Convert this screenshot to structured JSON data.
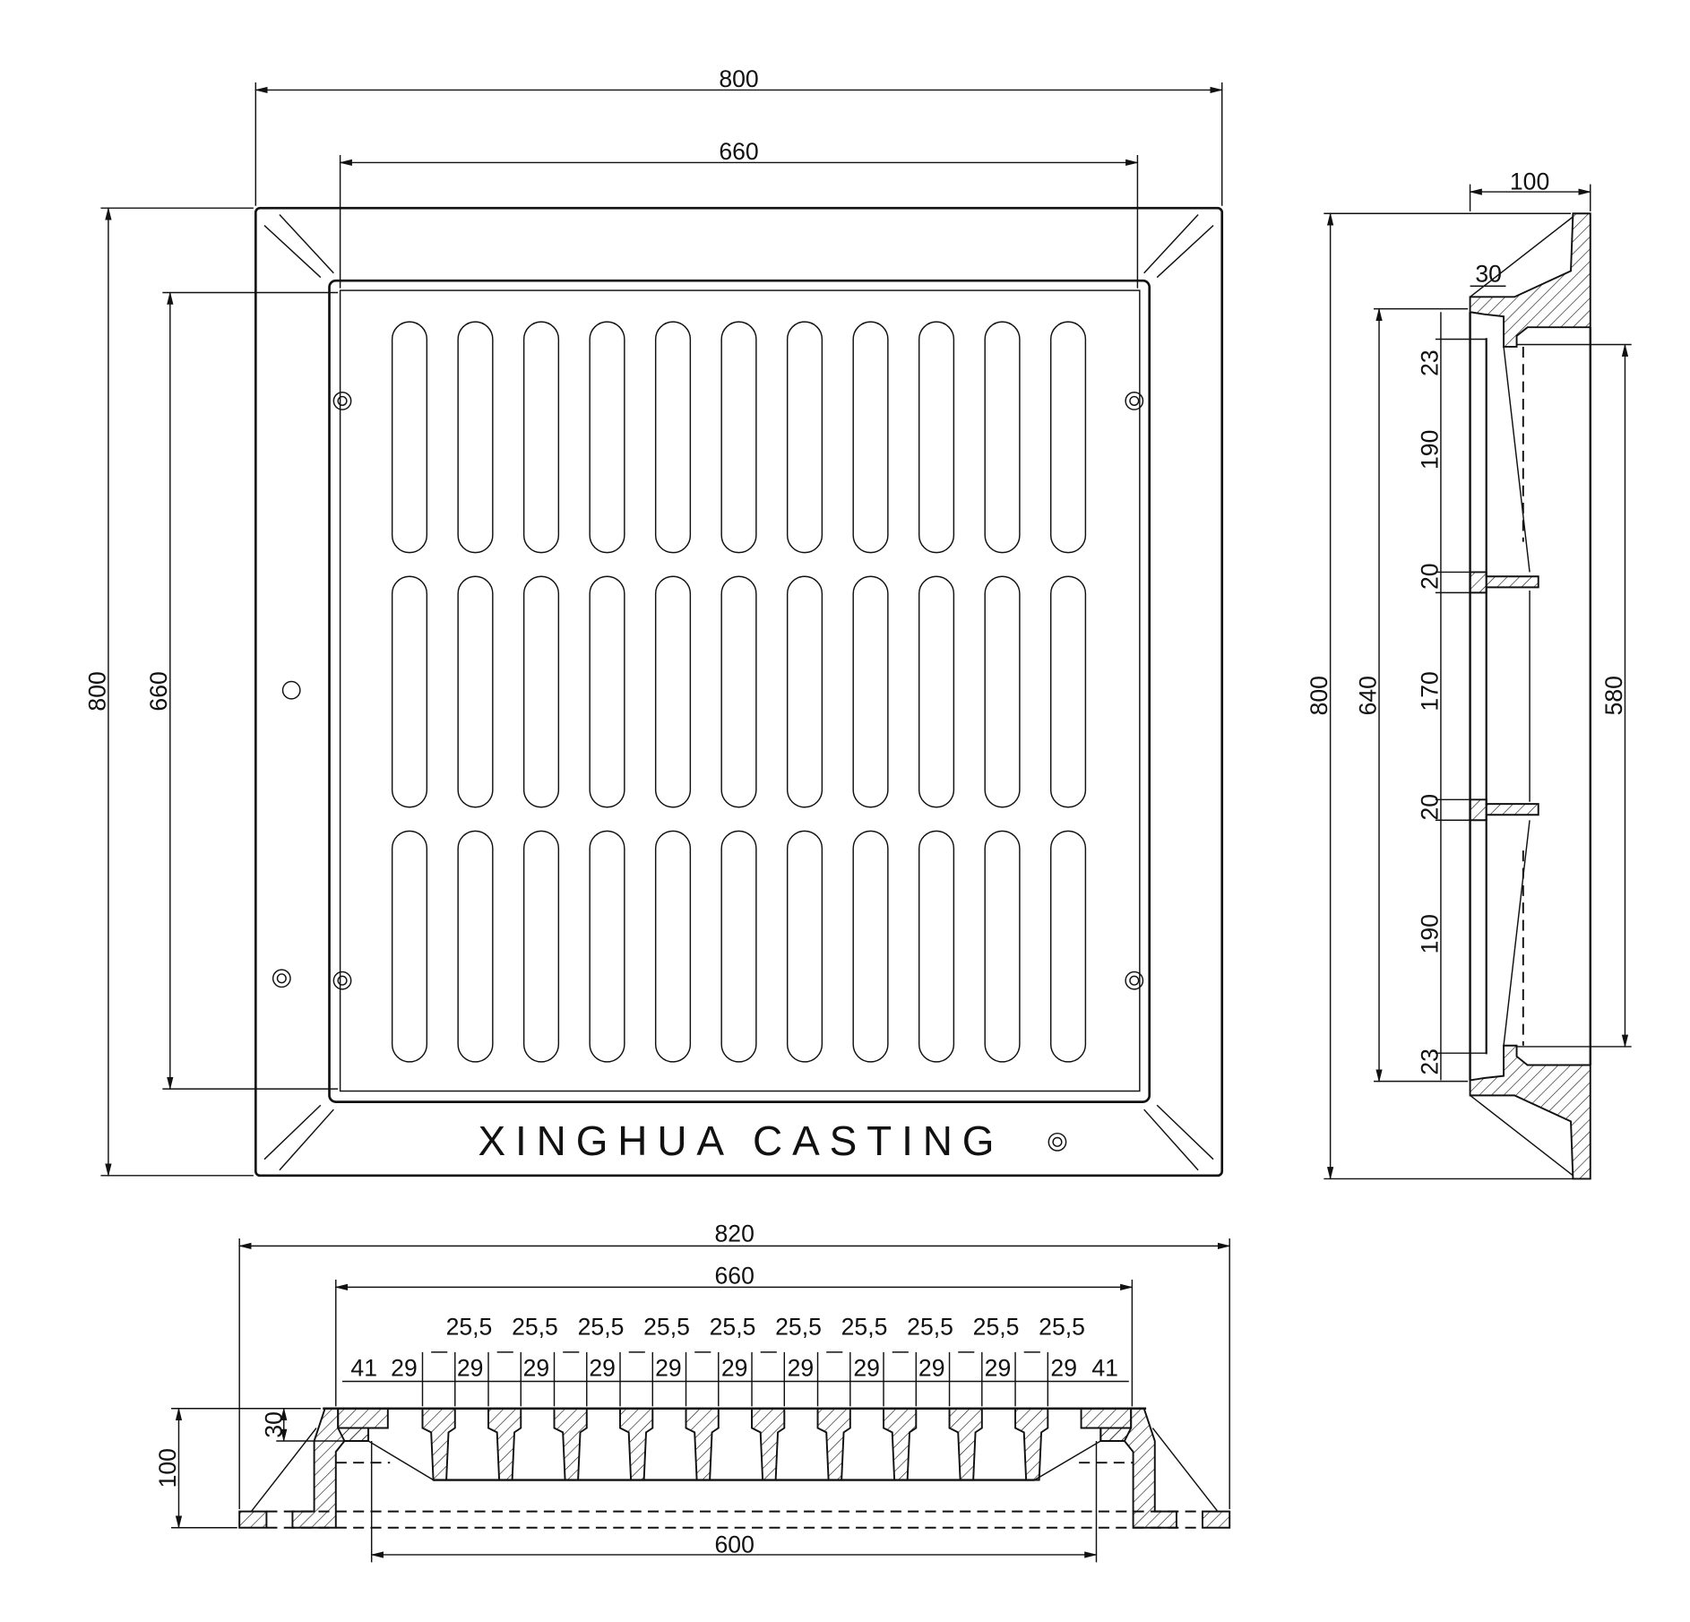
{
  "plan_view": {
    "brand_text": "XINGHUA CASTING",
    "dim_overall_width": "800",
    "dim_inner_width": "660",
    "dim_overall_height": "800",
    "dim_inner_height": "660",
    "slot_columns": 11,
    "slot_rows": 3
  },
  "side_view": {
    "dim_depth": "100",
    "dim_lip": "30",
    "dim_overall": "800",
    "dim_640": "640",
    "dim_580": "580",
    "segments": [
      "23",
      "190",
      "20",
      "170",
      "20",
      "190",
      "23"
    ]
  },
  "section_view": {
    "dim_overall": "820",
    "dim_inner": "660",
    "dim_opening": "600",
    "dim_height": "100",
    "dim_lip": "30",
    "bar_gaps": [
      "25,5",
      "25,5",
      "25,5",
      "25,5",
      "25,5",
      "25,5",
      "25,5",
      "25,5",
      "25,5",
      "25,5"
    ],
    "slot_widths": [
      "41",
      "29",
      "29",
      "29",
      "29",
      "29",
      "29",
      "29",
      "29",
      "29",
      "29",
      "29",
      "41"
    ]
  },
  "colors": {
    "line": "#111111",
    "background": "#ffffff"
  }
}
